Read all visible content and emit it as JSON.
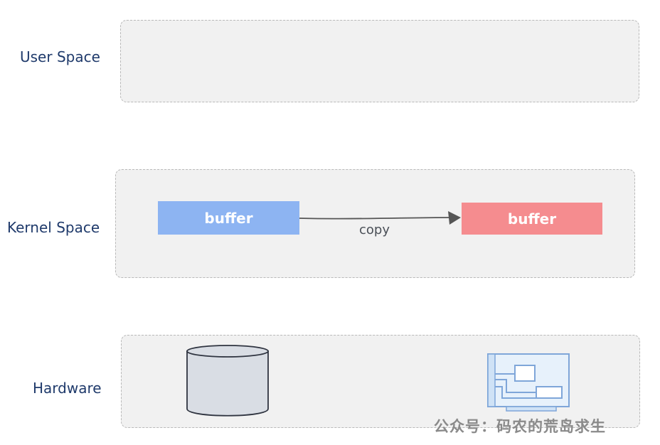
{
  "layers": {
    "user_space": "User Space",
    "kernel_space": "Kernel Space",
    "hardware": "Hardware"
  },
  "kernel": {
    "source_buffer": "buffer",
    "target_buffer": "buffer",
    "copy_label": "copy"
  },
  "watermark": "公众号：码农的荒岛求生",
  "colors": {
    "label_text": "#1f3a6b",
    "region_fill": "#f1f1f1",
    "region_border": "#b9b9b9",
    "source_buffer": "#8db4f2",
    "target_buffer": "#f58c8f",
    "arrow": "#555555",
    "disk_fill": "#d9dde4",
    "card_stroke": "#7fa6d9"
  },
  "icons": {
    "hardware_left": "disk-icon",
    "hardware_right": "network-card-icon"
  }
}
